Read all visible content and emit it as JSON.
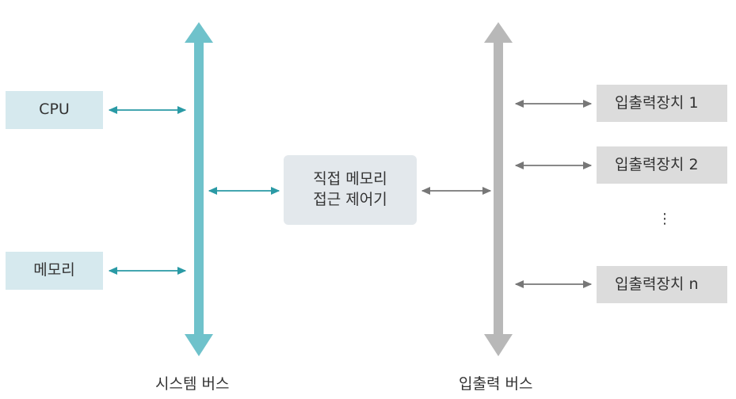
{
  "system_bus": {
    "label": "시스템 버스",
    "color": "#6fc2cb",
    "arrow_color": "#2a9aa5"
  },
  "io_bus": {
    "label": "입출력 버스",
    "color": "#b8b8b8",
    "arrow_color": "#777777"
  },
  "cpu": {
    "label": "CPU"
  },
  "memory": {
    "label": "메모리"
  },
  "dma_controller": {
    "line1": "직접 메모리",
    "line2": "접근 제어기"
  },
  "io_devices": [
    {
      "label": "입출력장치 1"
    },
    {
      "label": "입출력장치 2"
    },
    {
      "label": "입출력장치 n"
    }
  ],
  "ellipsis": "⋮"
}
